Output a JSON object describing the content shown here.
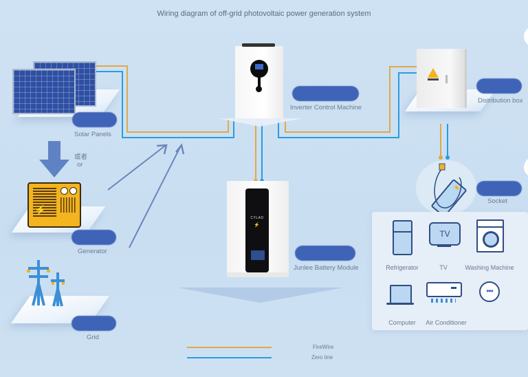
{
  "title": "Wiring diagram of off-grid photovoltaic power generation system",
  "components": {
    "solar_panels": {
      "label": "Solar Panels"
    },
    "or_text": {
      "cn": "或者",
      "en": "or"
    },
    "generator": {
      "label": "Generator"
    },
    "grid": {
      "label": "Grid"
    },
    "inverter": {
      "label": "Inverter Control Machine"
    },
    "battery": {
      "label": "Junlee Battery Module",
      "brand": "CYLAD"
    },
    "distribution_box": {
      "label": "Distribution box"
    },
    "socket": {
      "label": "Socket"
    }
  },
  "appliances": [
    {
      "label": "Refrigerator",
      "icon": "refrigerator-icon"
    },
    {
      "label": "TV",
      "icon": "tv-icon",
      "screen_text": "TV"
    },
    {
      "label": "Washing Machine",
      "icon": "washing-machine-icon"
    },
    {
      "label": "Computer",
      "icon": "computer-icon"
    },
    {
      "label": "Air Conditioner",
      "icon": "air-conditioner-icon"
    },
    {
      "label": "",
      "icon": "more-icon"
    }
  ],
  "legend": [
    {
      "label": "FireWire",
      "color": "#e0a84a"
    },
    {
      "label": "Zero line",
      "color": "#2b9be0"
    }
  ],
  "colors": {
    "fire_wire": "#e0a84a",
    "zero_line": "#2b9be0",
    "label_pill": "#3f63b6",
    "arrow": "#6a86bd"
  }
}
